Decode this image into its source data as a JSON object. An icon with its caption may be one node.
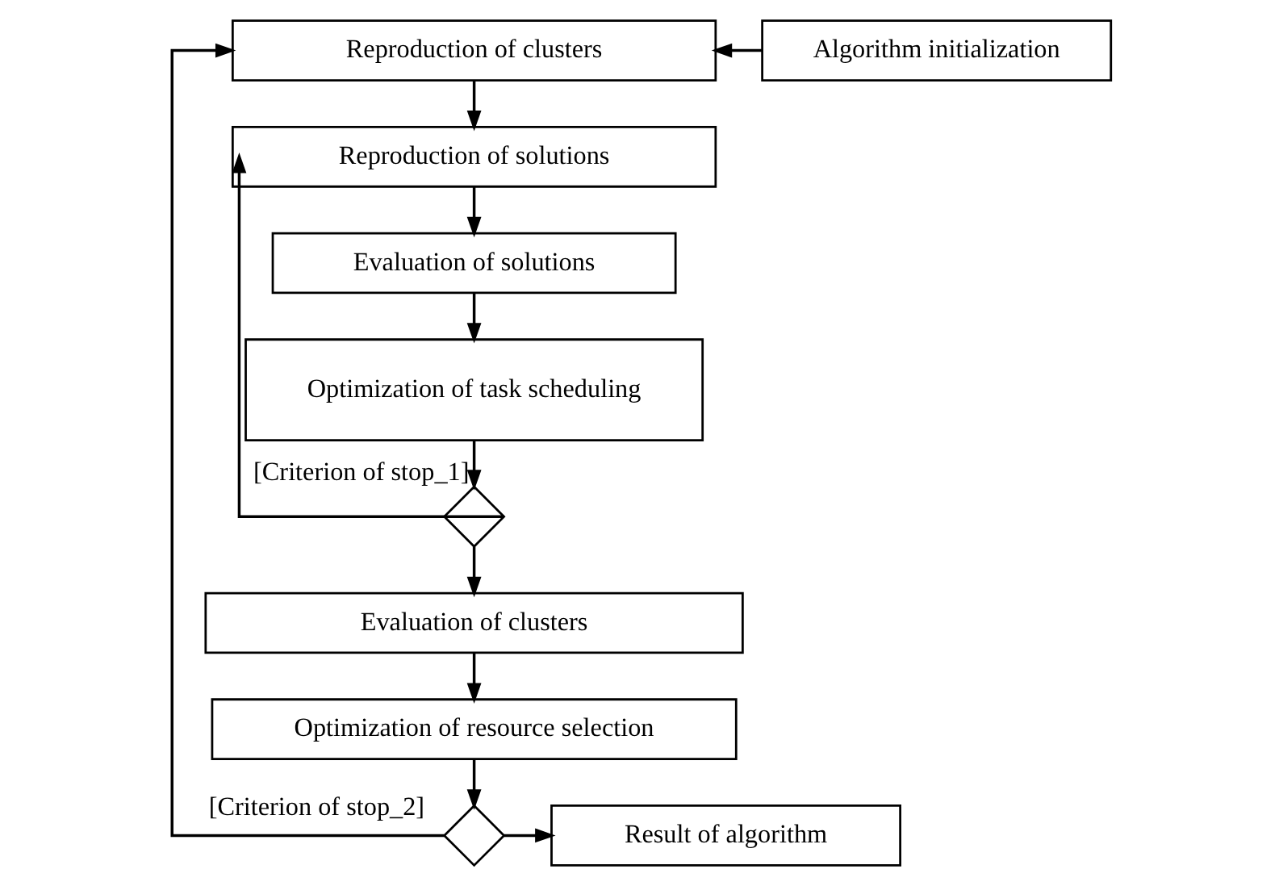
{
  "diagram": {
    "nodes": [
      {
        "text": [
          "Reproduction of clusters"
        ]
      },
      {
        "text": [
          "Algorithm initialization"
        ]
      },
      {
        "text": [
          "Reproduction of solutions"
        ]
      },
      {
        "text": [
          "Evaluation of solutions"
        ]
      },
      {
        "text": [
          "Optimization of task scheduling"
        ]
      },
      {
        "text": [],
        "shape": "diamond"
      },
      {
        "text": [
          "Evaluation of clusters"
        ]
      },
      {
        "text": [
          "Optimization of resource selection"
        ]
      },
      {
        "text": [],
        "shape": "diamond"
      },
      {
        "text": [
          "Result of algorithm"
        ]
      }
    ],
    "edges": [
      {
        "from": 1,
        "to": 0,
        "arrow": "to"
      },
      {
        "from": 0,
        "to": 2,
        "arrow": "to"
      },
      {
        "from": 2,
        "to": 3,
        "arrow": "to"
      },
      {
        "from": 3,
        "to": 4,
        "arrow": "to"
      },
      {
        "from": 4,
        "to": 5,
        "arrow": "to"
      },
      {
        "from": 5,
        "to": 2,
        "arrow": "to",
        "label": "[Criterion of stop_1]"
      },
      {
        "from": 5,
        "to": 6,
        "arrow": "to"
      },
      {
        "from": 6,
        "to": 7,
        "arrow": "to"
      },
      {
        "from": 7,
        "to": 8,
        "arrow": "to"
      },
      {
        "from": 8,
        "to": 0,
        "arrow": "to",
        "label": "[Criterion of stop_2]"
      },
      {
        "from": 8,
        "to": 9,
        "arrow": "to"
      }
    ]
  }
}
